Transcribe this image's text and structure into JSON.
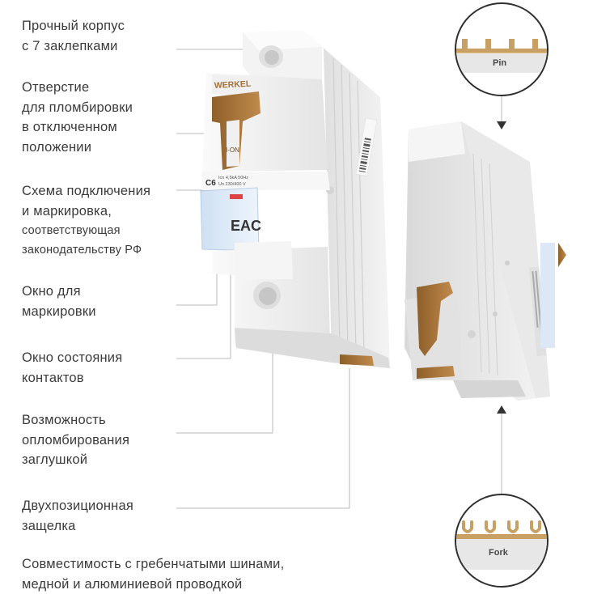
{
  "brand": "WERKEL",
  "features": [
    {
      "id": "rivets",
      "text": "Прочный корпус\nс 7 заклепками"
    },
    {
      "id": "seal-hole",
      "text": "Отверстие\nдля пломбировки\nв отключенном\nположении"
    },
    {
      "id": "wiring",
      "text": "Схема подключения\nи маркировка,"
    },
    {
      "id": "wiring-note",
      "text": "соответствующая\nзаконодательству РФ"
    },
    {
      "id": "marking-window",
      "text": "Окно для\nмаркировки"
    },
    {
      "id": "state-window",
      "text": "Окно состояния\nконтактов"
    },
    {
      "id": "plug-seal",
      "text": "Возможность\nопломбирования\nзаглушкой"
    },
    {
      "id": "latch",
      "text": "Двухпозиционная\nзащелка"
    },
    {
      "id": "compat",
      "text": "Совместимость с гребенчатыми шинами,\nмедной и алюминиевой проводкой"
    }
  ],
  "breaker": {
    "toggle_label": "I-ON",
    "rating": "C6",
    "spec_line1": "Icn 4,5kA 50Hz",
    "spec_line2": "Un 230/400 V",
    "cert_mark": "EAC"
  },
  "bus_types": {
    "pin": "Pin",
    "fork": "Fork"
  },
  "colors": {
    "body": "#eeeeee",
    "brown": "#a8753a",
    "accent_gold": "#c9a064",
    "text": "#3b3b3b",
    "line": "#b5b5b5"
  }
}
